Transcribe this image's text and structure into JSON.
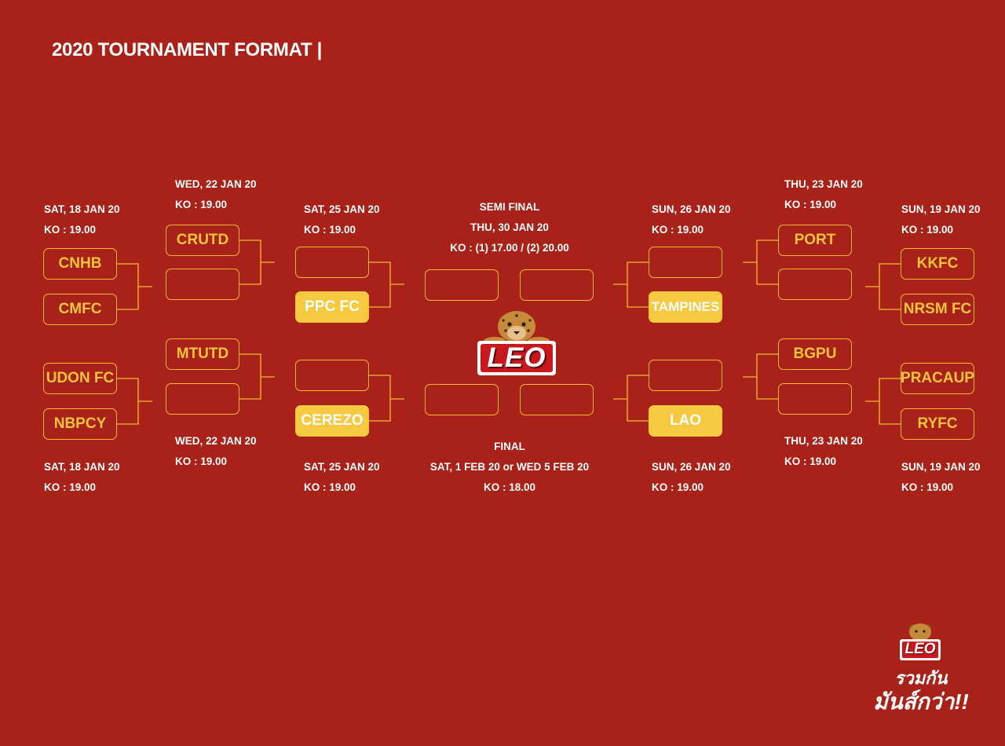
{
  "header": {
    "title": "2020 TOURNAMENT FORMAT |"
  },
  "logo": {
    "text": "LEO"
  },
  "slogan": {
    "line1": "รวมกัน",
    "line2": "มันส์กว่า!!"
  },
  "rounds": {
    "left_r1_top": {
      "date": "SAT, 18 JAN 20",
      "ko": "KO : 19.00"
    },
    "left_r1_bottom": {
      "date": "SAT, 18 JAN 20",
      "ko": "KO : 19.00"
    },
    "left_r2_top": {
      "date": "WED, 22 JAN 20",
      "ko": "KO : 19.00"
    },
    "left_r2_bottom": {
      "date": "WED, 22 JAN 20",
      "ko": "KO : 19.00"
    },
    "left_qf_top": {
      "date": "SAT, 25 JAN 20",
      "ko": "KO : 19.00"
    },
    "left_qf_bottom": {
      "date": "SAT, 25 JAN 20",
      "ko": "KO : 19.00"
    },
    "semi": {
      "label": "SEMI FINAL",
      "date": "THU, 30 JAN 20",
      "ko": "KO : (1) 17.00 / (2) 20.00"
    },
    "final": {
      "label": "FINAL",
      "date": "SAT, 1 FEB 20 or WED 5 FEB 20",
      "ko": "KO : 18.00"
    },
    "right_qf_top": {
      "date": "SUN, 26 JAN 20",
      "ko": "KO : 19.00"
    },
    "right_qf_bottom": {
      "date": "SUN, 26 JAN 20",
      "ko": "KO : 19.00"
    },
    "right_r2_top": {
      "date": "THU, 23 JAN 20",
      "ko": "KO : 19.00"
    },
    "right_r2_bottom": {
      "date": "THU, 23 JAN 20",
      "ko": "KO : 19.00"
    },
    "right_r1_top": {
      "date": "SUN, 19 JAN 20",
      "ko": "KO : 19.00"
    },
    "right_r1_bottom": {
      "date": "SUN, 19 JAN 20",
      "ko": "KO : 19.00"
    }
  },
  "teams": {
    "l1": "CNHB",
    "l2": "CMFC",
    "l3": "UDON FC",
    "l4": "NBPCY",
    "l5": "CRUTD",
    "l6": "",
    "l7": "MTUTD",
    "l8": "",
    "l9": "",
    "l10": "PPC FC",
    "l11": "",
    "l12": "CEREZO",
    "s1": "",
    "s2": "",
    "s3": "",
    "s4": "",
    "r9": "",
    "r10": "TAMPINES",
    "r11": "",
    "r12": "LAO",
    "r5": "PORT",
    "r6": "",
    "r7": "BGPU",
    "r8": "",
    "r1": "KKFC",
    "r2": "NRSM FC",
    "r3": "PRACAUP",
    "r4": "RYFC"
  },
  "colors": {
    "background": "#a82219",
    "accent": "#f6c43a",
    "filled": "#f6c940",
    "text": "#ffffff"
  }
}
